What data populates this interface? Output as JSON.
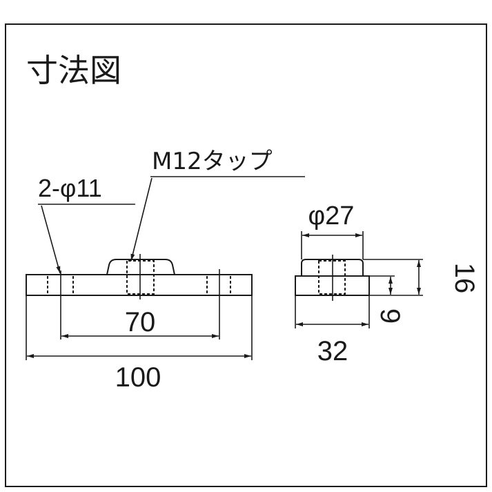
{
  "title": "寸法図",
  "front_view": {
    "hole_label": "2-φ11",
    "tap_label": "M12タップ",
    "pitch_dim": "70",
    "length_dim": "100"
  },
  "side_view": {
    "boss_dia_dim": "φ27",
    "width_dim": "32",
    "height_dim": "16",
    "base_thickness_dim": "9"
  },
  "colors": {
    "line": "#1a1a1a",
    "background": "#ffffff"
  }
}
